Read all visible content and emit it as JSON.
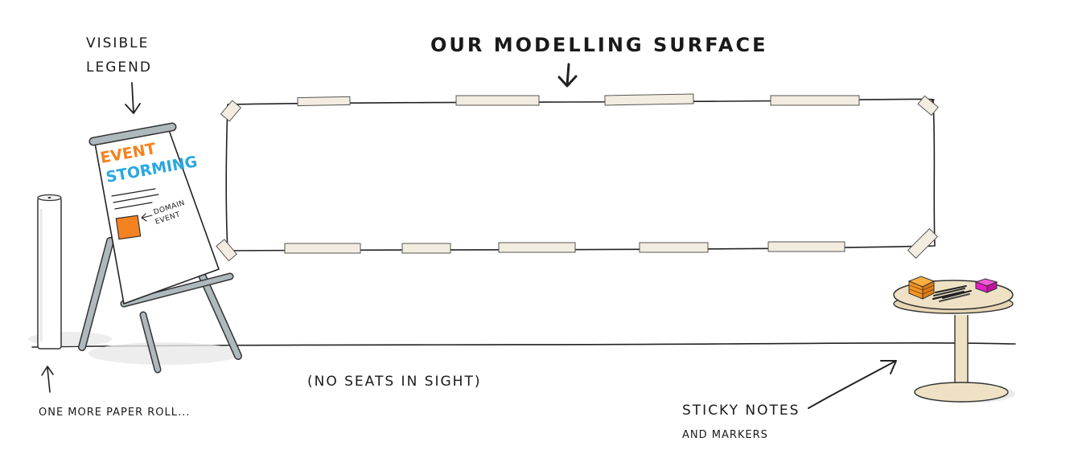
{
  "labels": {
    "surface_title": "OUR MODELLING SURFACE",
    "legend_line1": "VISIBLE",
    "legend_line2": "LEGEND",
    "paper_roll": "ONE MORE PAPER ROLL...",
    "no_seats": "(NO SEATS IN SIGHT)",
    "sticky_line1": "STICKY NOTES",
    "sticky_line2": "AND MARKERS"
  },
  "flipchart": {
    "title_line1": "EVENT",
    "title_line2": "STORMING",
    "legend_item_line1": "DOMAIN",
    "legend_item_line2": "EVENT"
  },
  "colors": {
    "event_orange": "#f58220",
    "storming_blue": "#29a8e0",
    "sticky_orange": "#f7931e",
    "sticky_magenta": "#e81ec8",
    "easel_gray": "#aeb9bd",
    "table_top": "#efe2c4",
    "tape": "#f3ece0",
    "ink": "#222222"
  }
}
